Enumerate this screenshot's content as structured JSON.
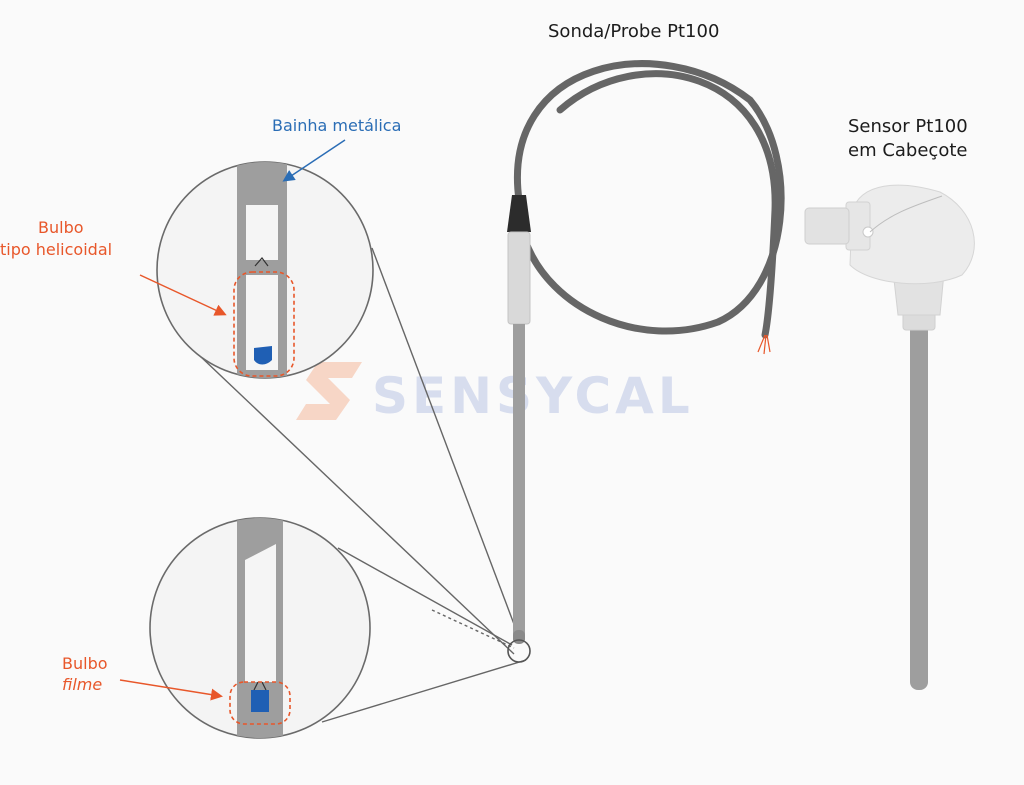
{
  "labels": {
    "probe_title": "Sonda/Probe Pt100",
    "head_sensor_line1": "Sensor Pt100",
    "head_sensor_line2": "em Cabeçote",
    "sheath": "Bainha metálica",
    "helical_line1": "Bulbo",
    "helical_line2": "tipo helicoidal",
    "film_line1": "Bulbo",
    "film_line2": "filme"
  },
  "watermark": "SENSYCAL",
  "colors": {
    "background": "#fafafa",
    "cable": "#666666",
    "sheath": "#9e9e9e",
    "element": "#1f5fb4",
    "callout_orange": "#e8572a",
    "callout_blue": "#2a6db5",
    "watermark_orange": "#f6c9b4",
    "watermark_blue": "#cfd6ec"
  }
}
